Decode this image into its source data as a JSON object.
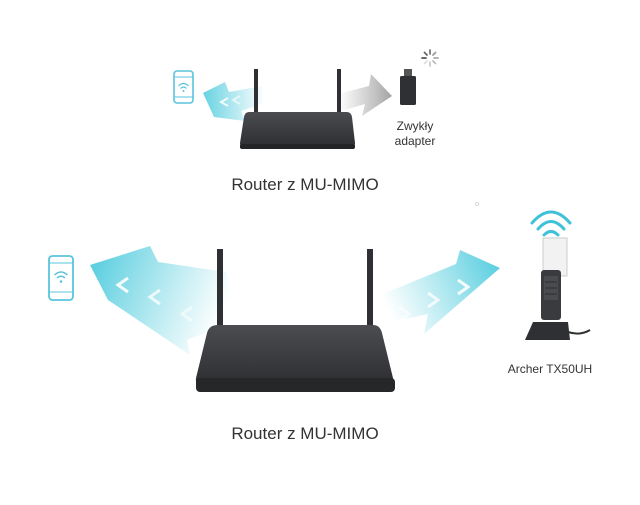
{
  "scene": {
    "top": {
      "caption": "Router z MU-MIMO",
      "adapter_label_line1": "Zwykły",
      "adapter_label_line2": "adapter"
    },
    "bottom": {
      "caption": "Router z MU-MIMO",
      "device_label": "Archer TX50UH"
    }
  },
  "colors": {
    "beam": "#5fd0e0",
    "beam_gray": "#aaaaaa",
    "router_body": "#3a3b3e",
    "router_top": "#46474a",
    "phone_icon": "#59c4dc",
    "wifi_icon": "#3ec1d9",
    "caption_text": "#333333"
  },
  "icons": [
    "phone-icon",
    "wifi-icon",
    "loading-icon",
    "usb-adapter-icon",
    "router-icon",
    "usb-dock-adapter-icon"
  ]
}
